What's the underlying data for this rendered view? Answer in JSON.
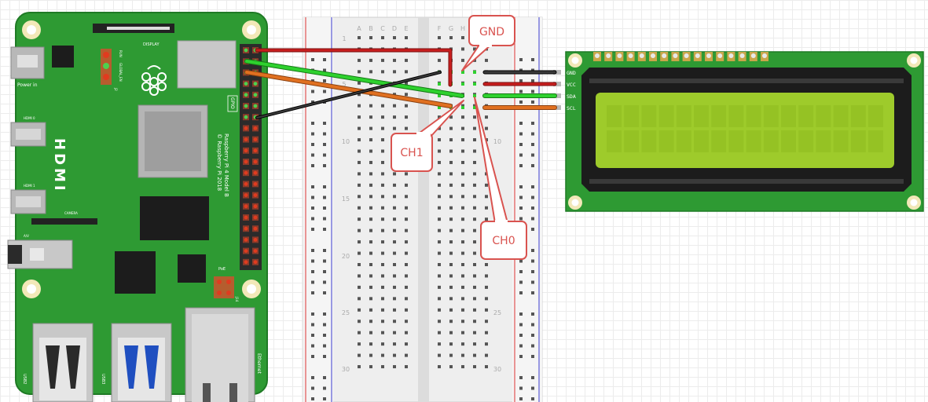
{
  "pi": {
    "display_label": "DISPLAY",
    "power_label": "Power in",
    "led_run": "RUN",
    "led_global_en": "GLOBAL_EN",
    "hdmi_label": "HDMI",
    "hdmi0": "HDMI 0",
    "hdmi1": "HDMI 1",
    "camera_label": "CAMERA",
    "model": "Raspberry Pi 4 Model B",
    "copyright": "© Raspberry Pi 2018",
    "gpio": "GPIO",
    "poe": "PoE",
    "av": "A/V",
    "usb2": "USB2",
    "usb3": "USB3",
    "ethernet": "Ethernet",
    "j2": "J2",
    "j14": "J14"
  },
  "breadboard": {
    "columns_left": [
      "A",
      "B",
      "C",
      "D",
      "E"
    ],
    "columns_right": [
      "F",
      "G",
      "H"
    ],
    "row_numbers": [
      "1",
      "5",
      "10",
      "15",
      "20",
      "25",
      "30"
    ]
  },
  "lcd": {
    "pins": [
      "GND",
      "VCC",
      "SDA",
      "SCL"
    ]
  },
  "callouts": {
    "gnd": "GND",
    "ch1": "CH1",
    "ch0": "CH0"
  },
  "colors": {
    "pcb_green": "#2e9a33",
    "lcd_green": "#9ecb2b",
    "wire_red": "#c81e1e",
    "wire_green": "#2ed12e",
    "wire_orange": "#e07020",
    "wire_black": "#1a1a1a",
    "callout_red": "#d9534f"
  }
}
